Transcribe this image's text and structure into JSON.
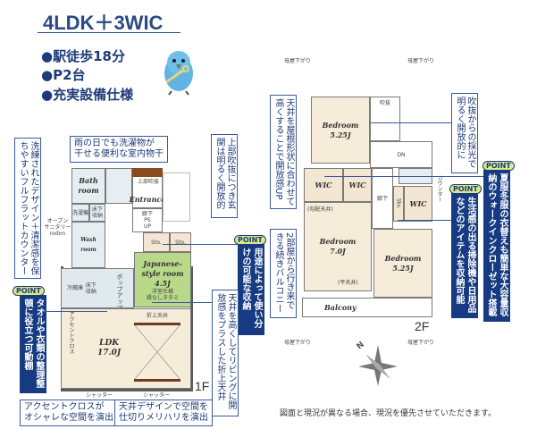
{
  "header": {
    "title": "4LDK＋3WIC",
    "bullets": [
      "駅徒歩18分",
      "P2台",
      "充実設備仕様"
    ]
  },
  "colors": {
    "navy": "#163b82",
    "point_tag": "#d9e98a",
    "japanese_room": "#b9d98a",
    "floor": "#f5ecd9",
    "wall": "#5a5a5a"
  },
  "floor1": {
    "label": "1F",
    "rooms": {
      "bath": "Bath\nroom",
      "entrance_note": "上部吹抜",
      "entrance": "Entrance",
      "laundry": "洗濯機",
      "storage_under": "床下\n収納",
      "open_sanitary": "オープン\nサニタリー\nrodon",
      "wash": "Wash\nroom",
      "hall": "廊下",
      "ps": "PS",
      "up": "UP",
      "sto1": "Sto.",
      "sto2": "Sto.",
      "japanese": "Japanese-\nstyle room\n4.5J",
      "japanese_note": "洋室仕様\n縁なしタタミ",
      "kitchen_note": "冷蔵庫",
      "floor_storage": "床下\n収納",
      "popup": "ポップアップ天井",
      "ldk": "LDK\n17.0J",
      "ceiling": "折上天井",
      "accent": "アクセントクロス",
      "shutter1": "シャッター",
      "shutter2": "シャッター"
    },
    "callouts": {
      "indoor_drying": "雨の日でも洗濯物が\n干せる便利な室内物干",
      "counter": "洗練されたデザイン＋清潔感を保ちやすいフルフラットカウンター",
      "entrance_bright": "上部吹抜につき玄関は明るく開放的",
      "shelf": "タオルや衣類の整理整頓に役立つ可動棚",
      "storage": "用途によって使い分けの可能な収納",
      "ceiling": "天井を高くしてリビングに開放感をプラスした折上天井",
      "accent": "アクセントクロスが\nオシャレな空間を演出",
      "ceiling_design": "天井デザインで空間を\n仕切りメリハリを演出"
    },
    "point_label": "POINT"
  },
  "floor2": {
    "label": "2F",
    "eaves": "母屋下がり",
    "rooms": {
      "bed1": "Bedroom\n5.25J",
      "void": "吹抜",
      "dn": "DN",
      "wic1": "WIC",
      "wic2": "WIC",
      "wic3": "WIC",
      "hall": "廊下",
      "counter": "カウンター",
      "sto": "Sto.",
      "slope": "(勾配天井)",
      "bed2": "Bedroom\n7.0J",
      "flat": "(平天井)",
      "bed3": "Bedroom\n5.25J",
      "balcony": "Balcony"
    },
    "callouts": {
      "roof_ceiling": "天井を屋根形状に合わせて高くすることで開放感UP",
      "balcony": "2部屋から行き来できる続きバルコニー",
      "void_light": "吹抜からの採光で明るく開放的に",
      "daily_storage": "生活感の出る掃除機や日用品などのアイテムを収納可能",
      "wic": "夏服冬服の衣替えも簡単な大容量収納のウォークインクローゼット搭載"
    },
    "point_label": "POINT"
  },
  "compass": "N",
  "footer": "図面と現況が異なる場合、現況を優先させていただきます。"
}
